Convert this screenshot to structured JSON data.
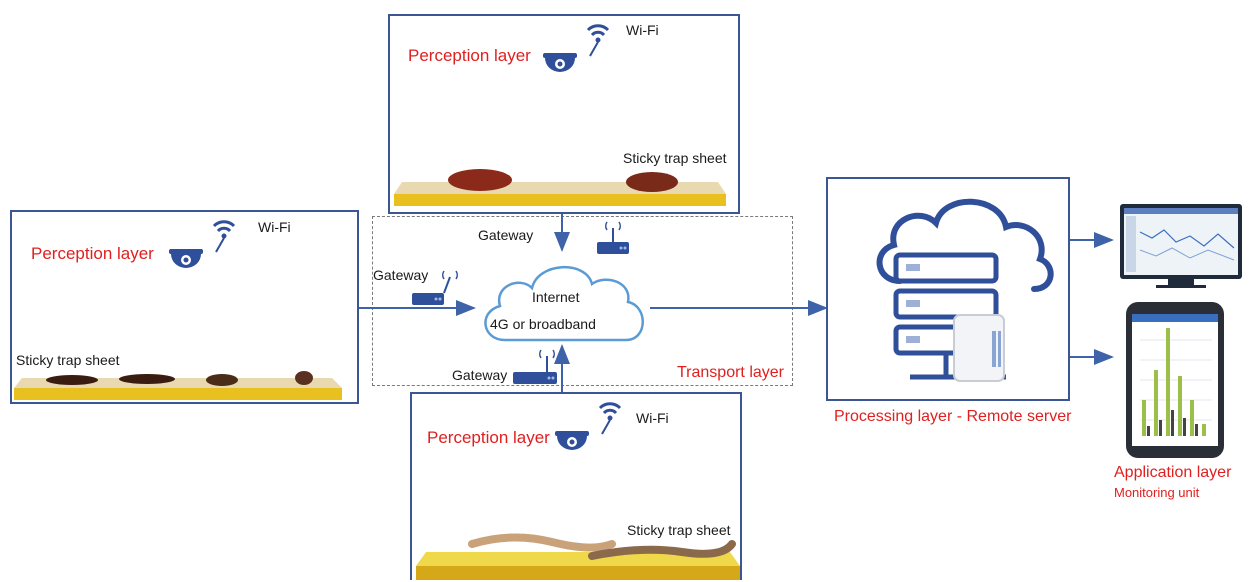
{
  "top": {
    "perception": "Perception layer",
    "wifi": "Wi-Fi",
    "trap": "Sticky trap sheet"
  },
  "left": {
    "perception": "Perception layer",
    "wifi": "Wi-Fi",
    "trap": "Sticky trap sheet"
  },
  "bottom": {
    "perception": "Perception layer",
    "wifi": "Wi-Fi",
    "trap": "Sticky trap sheet"
  },
  "gateways": {
    "top": "Gateway",
    "left": "Gateway",
    "bottom": "Gateway"
  },
  "cloud": {
    "line1": "Internet",
    "line2": "4G or broadband"
  },
  "transport": "Transport layer",
  "processing": "Processing layer - Remote server",
  "application": {
    "title": "Application layer",
    "subtitle": "Monitoring unit"
  },
  "colors": {
    "accent_red": "#e02020",
    "box_border": "#3b5693",
    "device_blue": "#2f4f9a",
    "trap_yellow": "#e8c020"
  },
  "icons": [
    "wifi-icon",
    "dome-camera-icon",
    "router-icon",
    "cloud-icon",
    "server-icon",
    "monitor-icon",
    "smartphone-icon"
  ]
}
